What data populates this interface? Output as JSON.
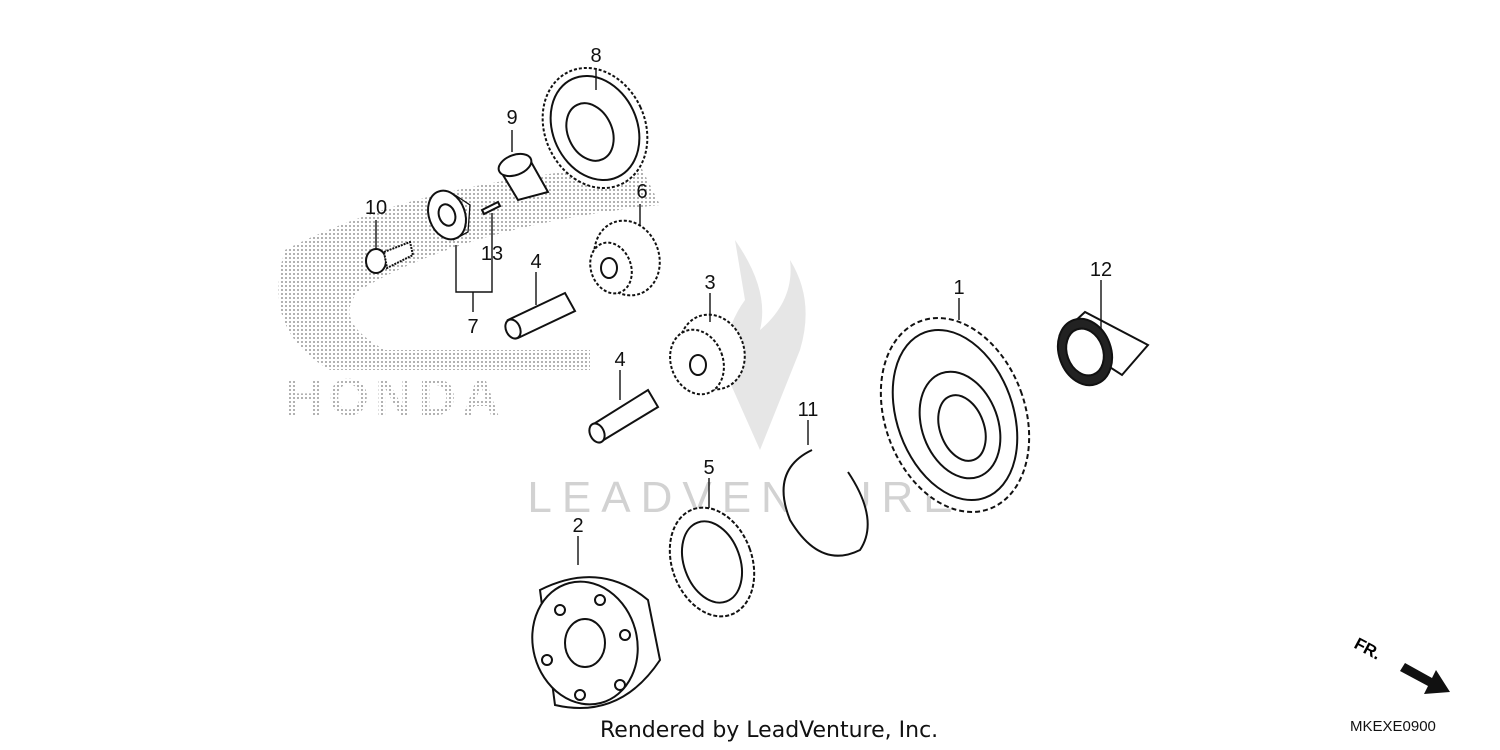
{
  "diagram": {
    "callouts": {
      "c1": "1",
      "c2": "2",
      "c3": "3",
      "c4a": "4",
      "c4b": "4",
      "c5": "5",
      "c6": "6",
      "c7": "7",
      "c8": "8",
      "c9": "9",
      "c10": "10",
      "c11": "11",
      "c12": "12",
      "c13": "13"
    },
    "brand_logo_text": "HONDA",
    "watermark_text": "LEADVENTURE",
    "direction_label": "FR.",
    "credit": "Rendered by LeadVenture, Inc.",
    "diagram_code": "MKEXE0900"
  },
  "colors": {
    "ink": "#111111",
    "watermark": "#c8c8c8",
    "logo_dots": "#9a9a9a"
  },
  "icons": {
    "direction": "arrow-right-down-icon"
  }
}
